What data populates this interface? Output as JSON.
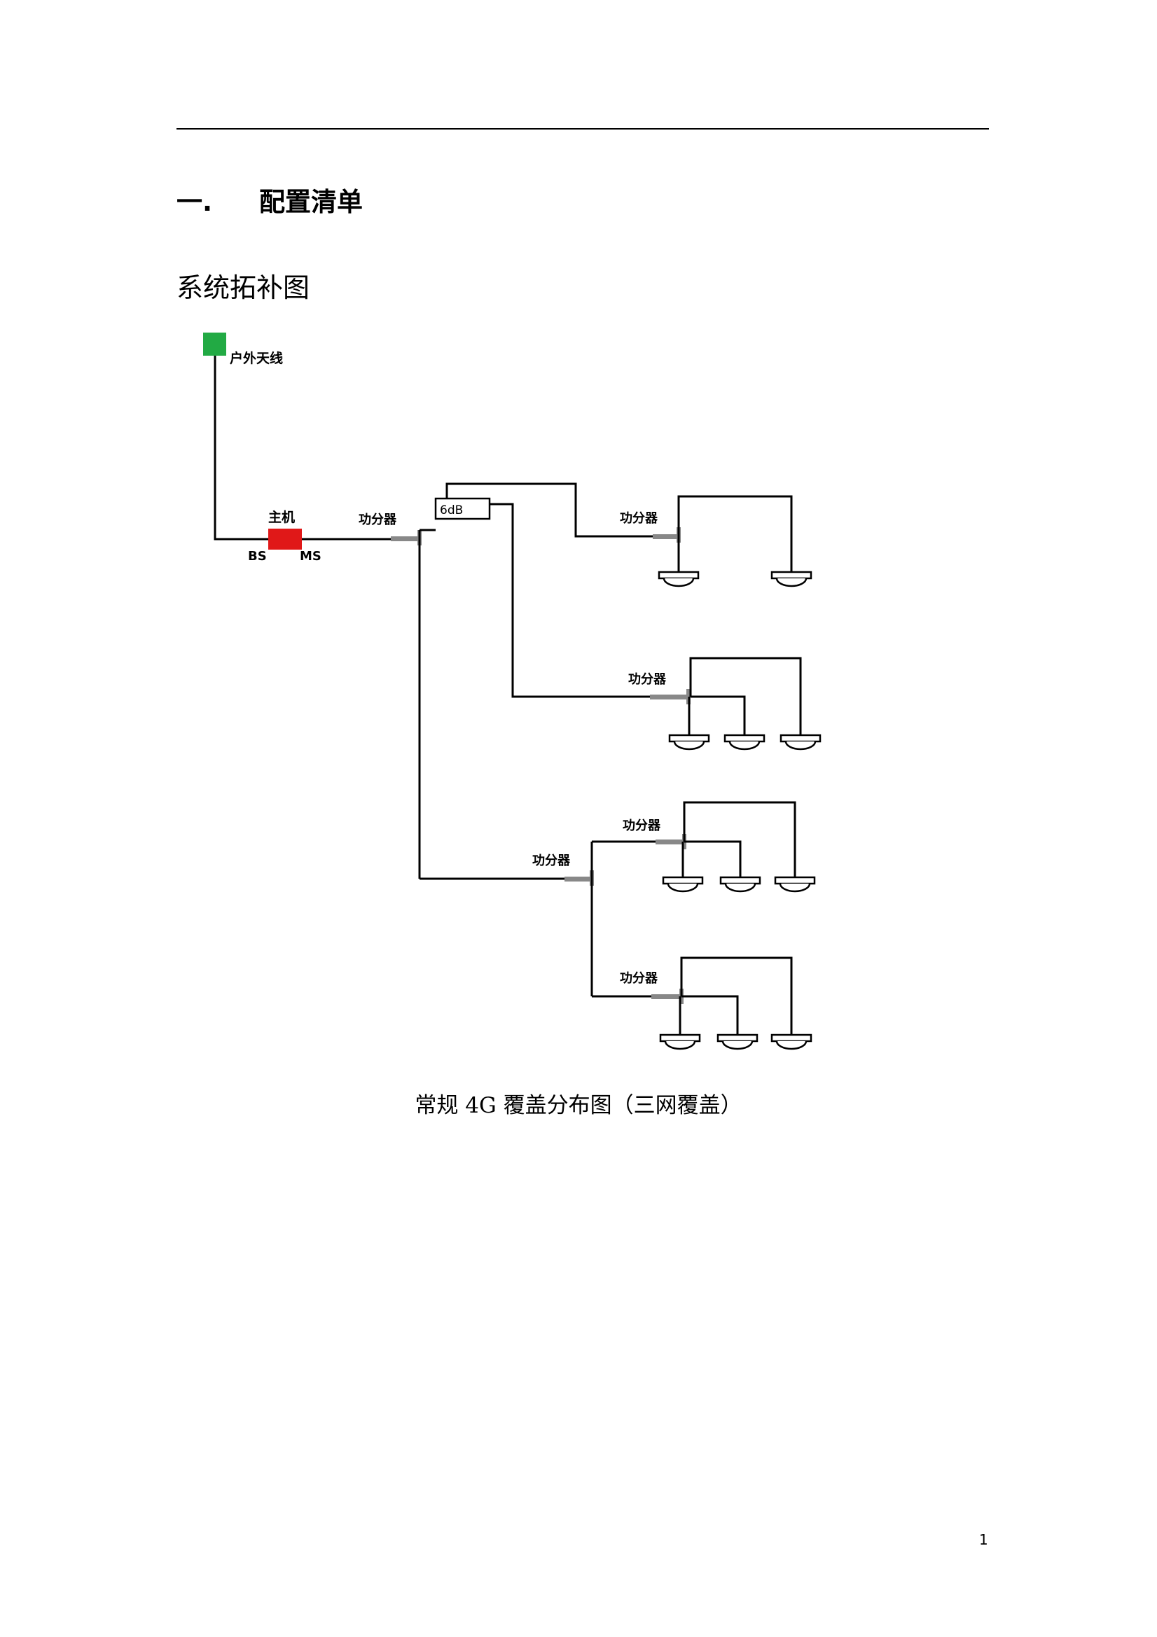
{
  "document": {
    "section_number": "一.",
    "section_title": "配置清单",
    "subheading": "系统拓补图",
    "caption": "常规 4G 覆盖分布图（三网覆盖）",
    "page_number": "1"
  },
  "diagram": {
    "outdoor_antenna_label": "户外天线",
    "host_label": "主机",
    "bs_label": "BS",
    "ms_label": "MS",
    "coupler_label": "6dB",
    "splitter_label": "功分器",
    "colors": {
      "antenna": "#22aa44",
      "host": "#e01818",
      "line": "#000000",
      "splitter": "#888888"
    }
  }
}
